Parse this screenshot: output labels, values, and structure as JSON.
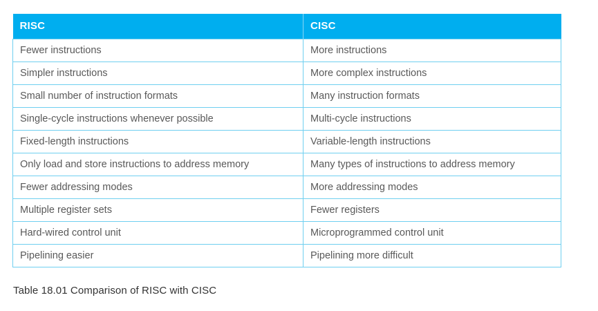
{
  "table": {
    "headers": [
      {
        "label": "RISC"
      },
      {
        "label": "CISC"
      }
    ],
    "rows": [
      {
        "risc": "Fewer instructions",
        "cisc": "More instructions"
      },
      {
        "risc": "Simpler instructions",
        "cisc": "More complex instructions"
      },
      {
        "risc": "Small number of instruction formats",
        "cisc": "Many instruction formats"
      },
      {
        "risc": "Single-cycle instructions whenever possible",
        "cisc": "Multi-cycle instructions"
      },
      {
        "risc": "Fixed-length instructions",
        "cisc": "Variable-length instructions"
      },
      {
        "risc": "Only load and store instructions to address memory",
        "cisc": "Many types of instructions to address memory"
      },
      {
        "risc": "Fewer addressing modes",
        "cisc": "More addressing modes"
      },
      {
        "risc": "Multiple register sets",
        "cisc": "Fewer registers"
      },
      {
        "risc": "Hard-wired control unit",
        "cisc": "Microprogrammed control unit"
      },
      {
        "risc": "Pipelining easier",
        "cisc": "Pipelining more difficult"
      }
    ]
  },
  "caption": {
    "text": "Table 18.01 Comparison of RISC with CISC"
  },
  "colors": {
    "header_background": "#00AEEF",
    "header_text": "#FFFFFF",
    "border": "#6FCFF0",
    "cell_text": "#595959",
    "caption_text": "#333333",
    "page_background": "#FFFFFF"
  }
}
